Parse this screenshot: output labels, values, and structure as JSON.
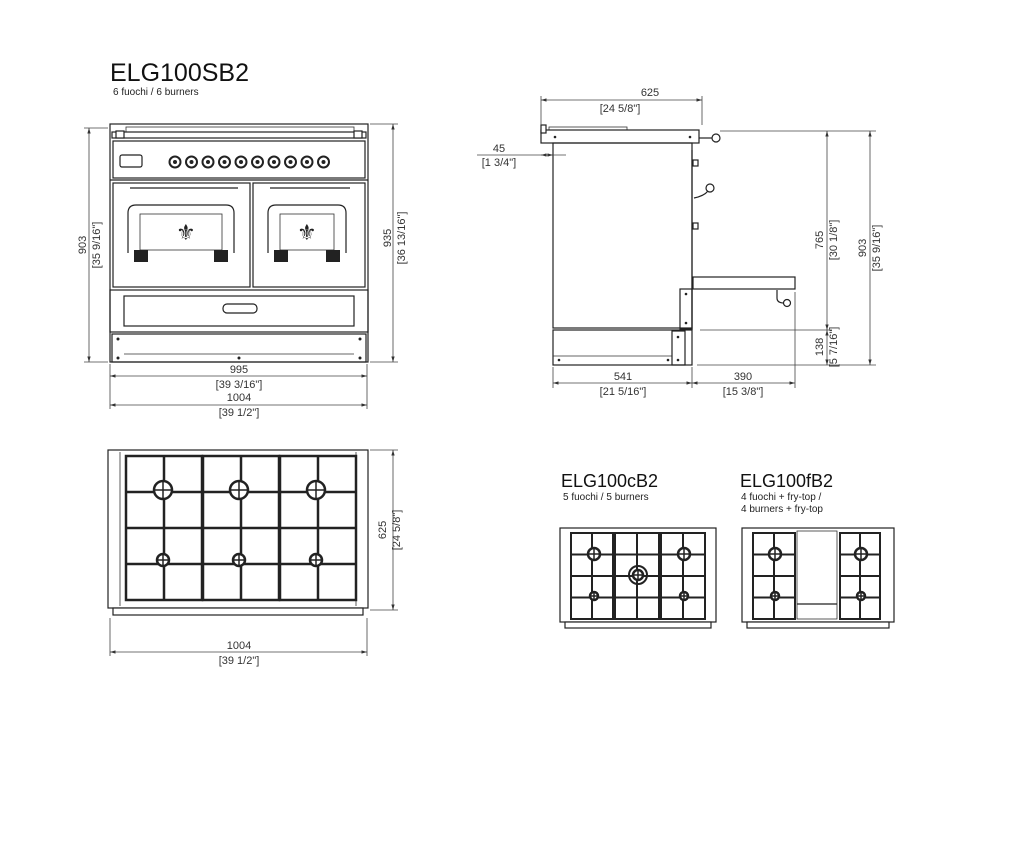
{
  "main_model": {
    "name": "ELG100SB2",
    "subtitle": "6 fuochi / 6 burners"
  },
  "front_view": {
    "height_left": "903",
    "height_left_in": "[35 9/16\"]",
    "height_right": "935",
    "height_right_in": "[36 13/16\"]",
    "width_inner": "995",
    "width_inner_in": "[39 3/16\"]",
    "width_outer": "1004",
    "width_outer_in": "[39 1/2\"]"
  },
  "side_view": {
    "depth": "625",
    "depth_in": "[24 5/8\"]",
    "overhang": "45",
    "overhang_in": "[1 3/4\"]",
    "height_mid": "765",
    "height_mid_in": "[30 1/8\"]",
    "height_total": "903",
    "height_total_in": "[35 9/16\"]",
    "plinth": "138",
    "plinth_in": "[5 7/16\"]",
    "body_depth": "541",
    "body_depth_in": "[21 5/16\"]",
    "drawer_open": "390",
    "drawer_open_in": "[15 3/8\"]"
  },
  "top_view": {
    "depth": "625",
    "depth_in": "[24 5/8\"]",
    "width": "1004",
    "width_in": "[39 1/2\"]"
  },
  "variant_c": {
    "name": "ELG100cB2",
    "subtitle": "5 fuochi / 5 burners"
  },
  "variant_f": {
    "name": "ELG100fB2",
    "subtitle_1": "4 fuochi + fry-top /",
    "subtitle_2": "4 burners + fry-top"
  }
}
